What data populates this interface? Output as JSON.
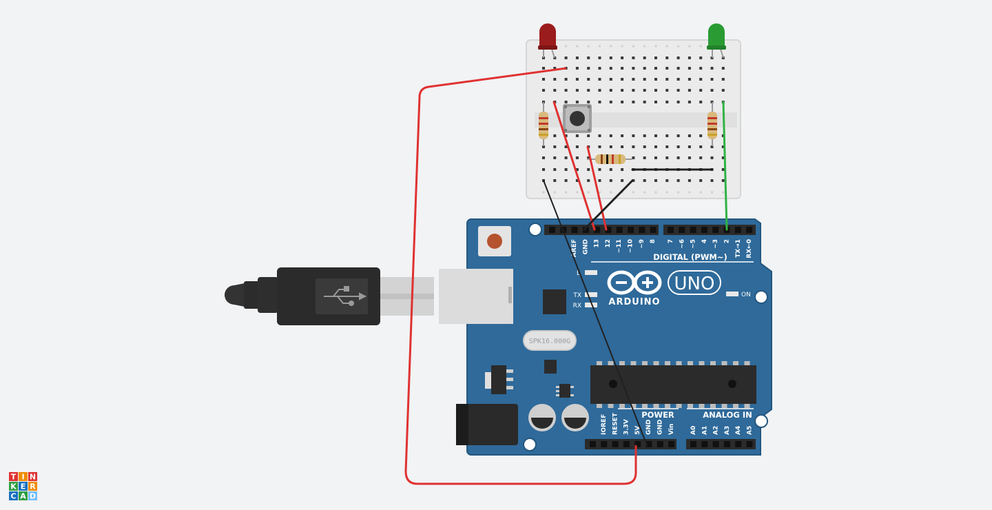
{
  "arduino": {
    "brand": "ARDUINO",
    "model": "UNO",
    "digital_header_label": "DIGITAL (PWM~)",
    "power_header_label": "POWER",
    "analog_header_label": "ANALOG IN",
    "digital_pins": [
      "AREF",
      "GND",
      "13",
      "12",
      "~11",
      "~10",
      "~9",
      "8",
      "7",
      "~6",
      "~5",
      "4",
      "~3",
      "2",
      "TX→1",
      "RX←0"
    ],
    "power_pins": [
      "IOREF",
      "RESET",
      "3.3V",
      "5V",
      "GND",
      "GND",
      "Vin"
    ],
    "analog_pins": [
      "A0",
      "A1",
      "A2",
      "A3",
      "A4",
      "A5"
    ],
    "tx_label": "TX",
    "rx_label": "RX",
    "led_l_label": "L",
    "on_label": "ON",
    "crystal_label": "SPK16.000G"
  },
  "logo": {
    "letters": [
      "T",
      "I",
      "N",
      "K",
      "E",
      "R",
      "C",
      "A",
      "D"
    ]
  },
  "colors": {
    "board": "#2f6a9a",
    "wire_red": "#e03131",
    "wire_black": "#212121",
    "wire_green": "#2fb344",
    "led_red": "#9b1c1c",
    "led_green": "#2a9b33",
    "breadboard": "#ebebeb"
  }
}
